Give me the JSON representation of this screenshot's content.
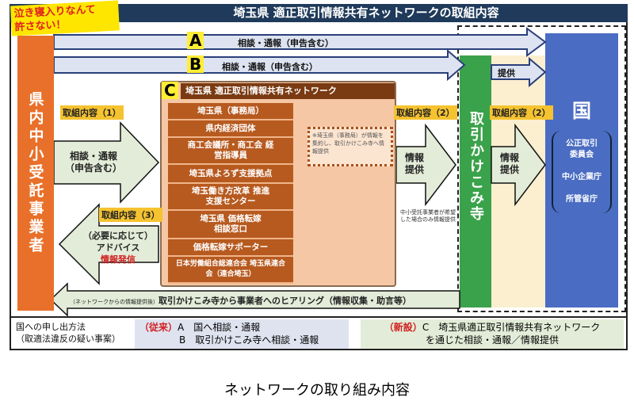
{
  "title": "埼玉県 適正取引情報共有ネットワークの取組内容",
  "sticker": [
    "泣き寝入りなんて",
    "許さない！"
  ],
  "left_bar": "県内中小受託事業者",
  "route_a": {
    "letter": "A",
    "text": "相談・通報（申告含む）"
  },
  "route_b": {
    "letter": "B",
    "text": "相談・通報（申告含む）"
  },
  "route_provide": "提供",
  "network": {
    "letter": "C",
    "header": "埼玉県 適正取引情報共有ネットワーク",
    "items": [
      "埼玉県（事務局）",
      "県内経済団体",
      "商工会議所・商工会 経営指導員",
      "埼玉県よろず支援拠点",
      "埼玉働き方改革 推進支援センター",
      "埼玉県 価格転嫁相談窓口",
      "価格転嫁サポーター",
      "日本労働組合総連合会 埼玉県連合会（連合埼玉）"
    ],
    "note": "※埼玉県（事務局）が情報を集約し、取引かけこみ寺へ情報提供"
  },
  "step1": {
    "tag": "取組内容（1）",
    "line1": "相談・通報",
    "line2": "（申告含む）"
  },
  "step3": {
    "tag": "取組内容（3）",
    "line1": "（必要に応じて）",
    "line2": "アドバイス",
    "line3": "情報発信"
  },
  "step2a": {
    "tag": "取組内容（2）",
    "line1": "情報",
    "line2": "提供",
    "footnote": "中小受託事業者が希望した場合のみ情報提供"
  },
  "step2b": {
    "tag": "取組内容（2）",
    "line1": "情報",
    "line2": "提供"
  },
  "kakekomi": "取引かけこみ寺",
  "kuni": {
    "title": "国",
    "items": [
      "公正取引委員会",
      "中小企業庁",
      "所管省庁"
    ]
  },
  "hearing": {
    "prefix": "（ネットワークからの情報提供後）",
    "text": "取引かけこみ寺から事業者へのヒアリング（情報収集・助言等）"
  },
  "legend": {
    "title": "国への申し出方法",
    "subtitle": "（取適法違反の疑い事案）",
    "old_tag": "（従来）",
    "old_a": "A　国へ相談・通報",
    "old_b": "B　取引かけこみ寺へ相談・通報",
    "new_tag": "（新設）",
    "new_c1": "C　埼玉県適正取引情報共有ネットワーク",
    "new_c2": "を通じた相談・通報／情報提供"
  },
  "caption": "ネットワークの取り組み内容"
}
